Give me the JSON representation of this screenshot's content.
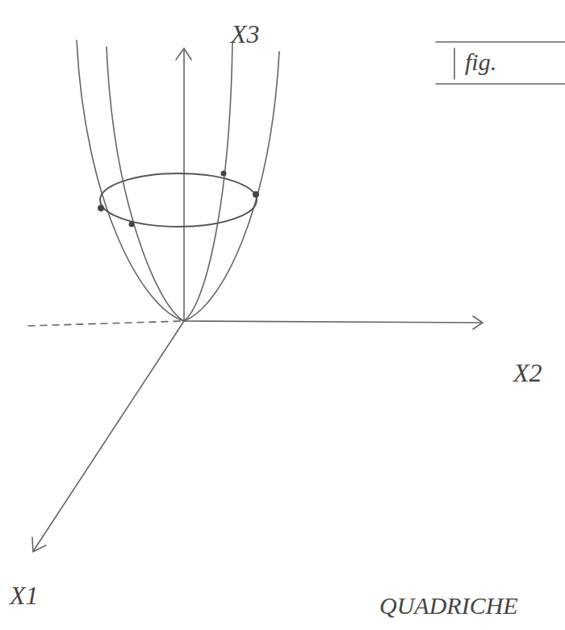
{
  "diagram": {
    "labels": [
      "X3",
      "X2",
      "X1",
      "fig.",
      "QUADRICHE"
    ]
  }
}
